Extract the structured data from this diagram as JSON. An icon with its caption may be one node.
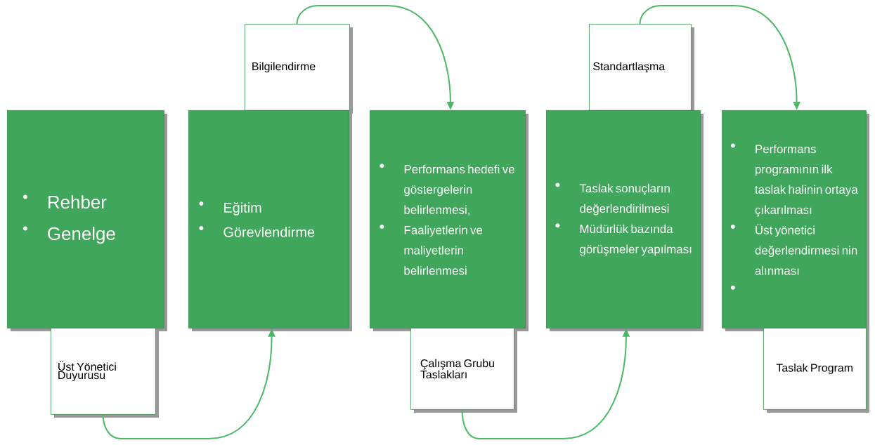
{
  "diagram": {
    "nodes": [
      {
        "text": [
          "Rehber",
          "Genelge"
        ]
      },
      {
        "text": [
          "Üst Yönetici Duyurusu"
        ]
      },
      {
        "text": [
          "Bilgilendirme"
        ]
      },
      {
        "text": [
          "Eğitim",
          "Görevlendirme"
        ]
      },
      {
        "text": [
          "Performans hedefi ve göstergelerin belirlenmesi,",
          "Faaliyetlerin ve maliyetlerin belirlenmesi"
        ]
      },
      {
        "text": [
          "Çalışma Grubu Taslakları"
        ]
      },
      {
        "text": [
          "Standartlaşma"
        ]
      },
      {
        "text": [
          "Taslak sonuçların değerlendirilmesi",
          "Müdürlük bazında görüşmeler yapılması"
        ]
      },
      {
        "text": [
          "Performans programının ilk taslak halinin ortaya çıkarılması",
          "Üst yönetici değerlendirmesi nin alınması"
        ]
      },
      {
        "text": [
          "Taslak Program"
        ]
      }
    ],
    "edges": [
      {
        "from": 1,
        "to": 3,
        "arrow": "to"
      },
      {
        "from": 2,
        "to": 4,
        "arrow": "to"
      },
      {
        "from": 5,
        "to": 7,
        "arrow": "to"
      },
      {
        "from": 6,
        "to": 8,
        "arrow": "to"
      }
    ]
  }
}
